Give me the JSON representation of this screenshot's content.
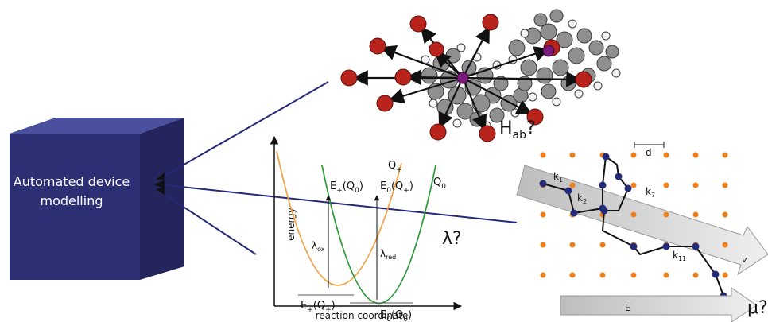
{
  "device_box": {
    "line1": "Automated device",
    "line2": "modelling"
  },
  "molecule": {
    "question": "H",
    "question_sub": "ab",
    "question_mark": "?"
  },
  "energy_diagram": {
    "ylabel": "energy",
    "xlabel": "reaction coordinate",
    "curve_plus": "Q",
    "curve_plus_sub": "+",
    "curve_zero": "Q",
    "curve_zero_sub": "0",
    "e_plus_q0": "E",
    "e_plus_q0_sub": "+",
    "e_plus_q0_arg": "(Q",
    "e_plus_q0_arg_sub": "0",
    "e_plus_q0_close": ")",
    "e0_qplus": "E",
    "e0_qplus_sub": "0",
    "e0_qplus_arg": "(Q",
    "e0_qplus_arg_sub": "+",
    "e0_qplus_close": ")",
    "lambda_ox": "λ",
    "lambda_ox_sub": "ox",
    "lambda_red": "λ",
    "lambda_red_sub": "red",
    "e_plus_qplus": "E",
    "e_plus_qplus_sub": "+",
    "e_plus_qplus_arg": "(Q",
    "e_plus_qplus_arg_sub": "+",
    "e_plus_qplus_close": ")",
    "e0_q0": "E",
    "e0_q0_sub": "0",
    "e0_q0_arg": "(Q",
    "e0_q0_arg_sub": "0",
    "e0_q0_close": ")",
    "question": "λ?"
  },
  "lattice": {
    "d_label": "d",
    "k1": "k",
    "k1_sub": "1",
    "k2": "k",
    "k2_sub": "2",
    "k7": "k",
    "k7_sub": "7",
    "k11": "k",
    "k11_sub": "11",
    "v_label": "v",
    "field_label": "E",
    "question": "μ?"
  },
  "colors": {
    "box_front": "#2d2f74",
    "box_top": "#4a4f9e",
    "box_side": "#23255c",
    "connector": "#26287a",
    "orange_curve": "#f0a54a",
    "green_curve": "#2f9a3a",
    "lattice_dot": "#f07f1a",
    "hop_node": "#242a7a",
    "atom_red": "#b8241c",
    "center_purple": "#7a1a7a"
  }
}
